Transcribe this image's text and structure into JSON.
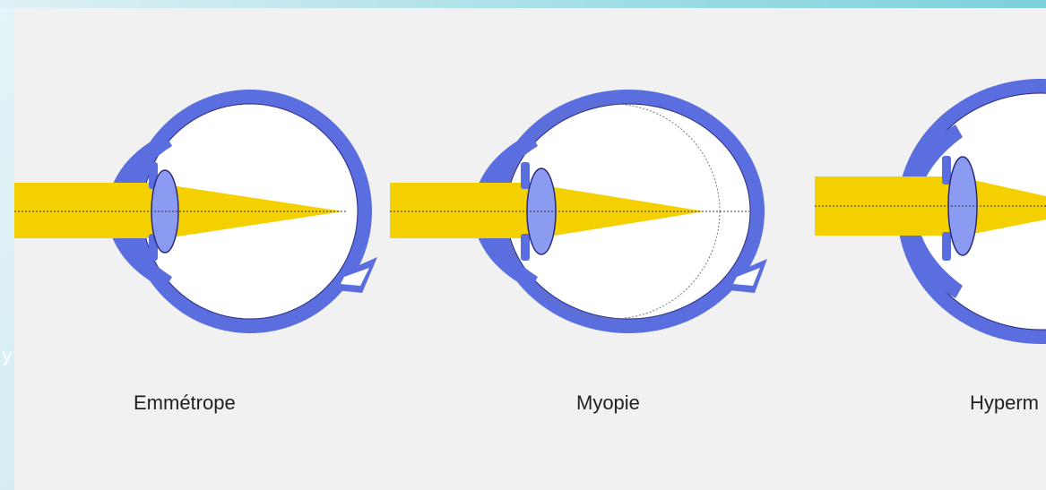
{
  "slide": {
    "partial_text": "pytie."
  },
  "diagram": {
    "labels": {
      "emmetrope": "Emmétrope",
      "myopie": "Myopie",
      "hypermetropie": "Hyperm"
    },
    "colors": {
      "sclera": "#5a6ee0",
      "lens": "#8c9bf2",
      "light": "#f5d000",
      "background": "#f1f1f1"
    }
  }
}
